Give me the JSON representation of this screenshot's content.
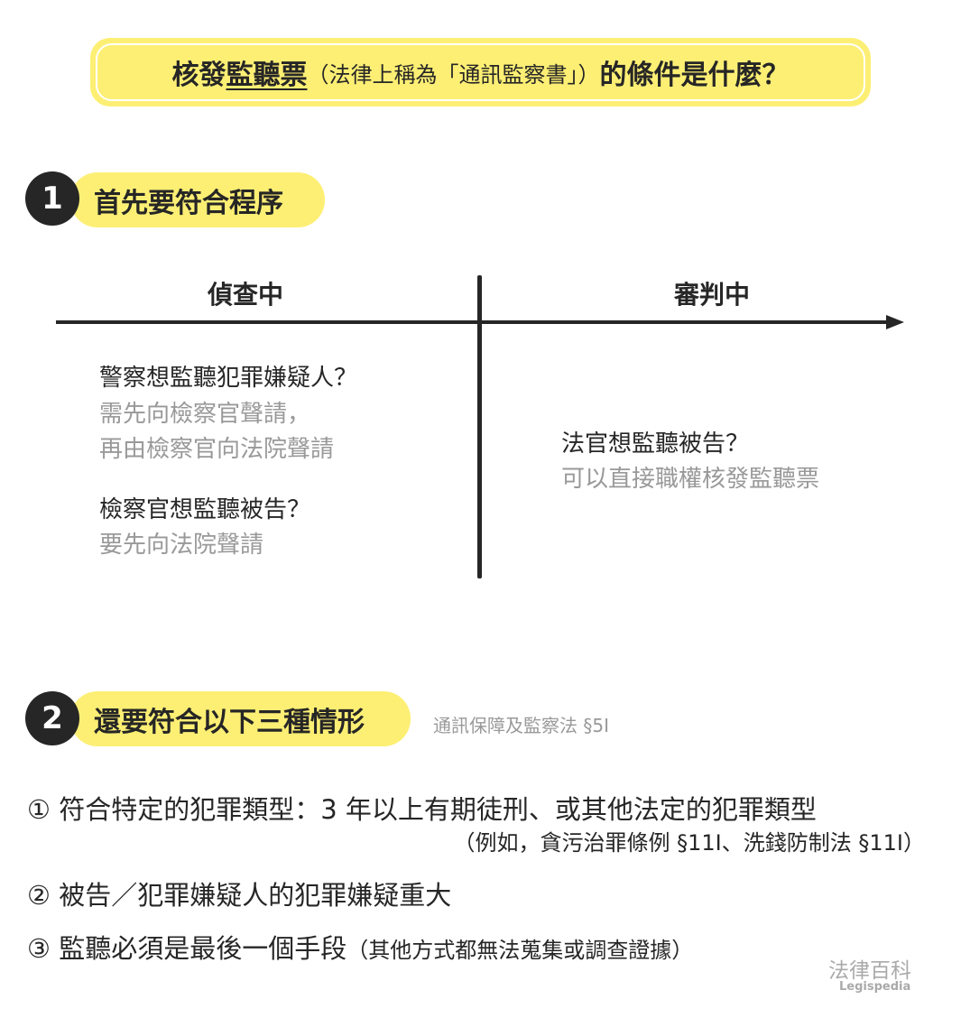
{
  "title": {
    "main_prefix": "核發",
    "main_underlined": "監聽票",
    "paren": "（法律上稱為「通訊監察書」）",
    "suffix": "的條件是什麼？"
  },
  "section1": {
    "number": "1",
    "label": "首先要符合程序"
  },
  "timeline": {
    "investigation": {
      "header": "偵查中",
      "items": [
        {
          "question": "警察想監聽犯罪嫌疑人？",
          "answer": [
            "需先向檢察官聲請，",
            "再由檢察官向法院聲請"
          ]
        },
        {
          "question": "檢察官想監聽被告？",
          "answer": [
            "要先向法院聲請"
          ]
        }
      ]
    },
    "trial": {
      "header": "審判中",
      "items": [
        {
          "question": "法官想監聽被告？",
          "answer": [
            "可以直接職權核發監聽票"
          ]
        }
      ]
    }
  },
  "section2": {
    "number": "2",
    "label": "還要符合以下三種情形",
    "reference": "通訊保障及監察法 §5Ⅰ"
  },
  "conditions": [
    {
      "marker": "①",
      "text": "符合特定的犯罪類型：3 年以上有期徒刑、或其他法定的犯罪類型",
      "note": "（例如，貪污治罪條例 §11Ⅰ、洗錢防制法 §11Ⅰ）"
    },
    {
      "marker": "②",
      "text": "被告／犯罪嫌疑人的犯罪嫌疑重大"
    },
    {
      "marker": "③",
      "text": "監聽必須是最後一個手段",
      "note": "（其他方式都無法蒐集或調查證據）"
    }
  ],
  "logo": {
    "name": "法律百科",
    "sub": "Legispedia"
  },
  "colors": {
    "accent": "#FDEF74",
    "dark": "#262626",
    "muted": "#999999"
  }
}
